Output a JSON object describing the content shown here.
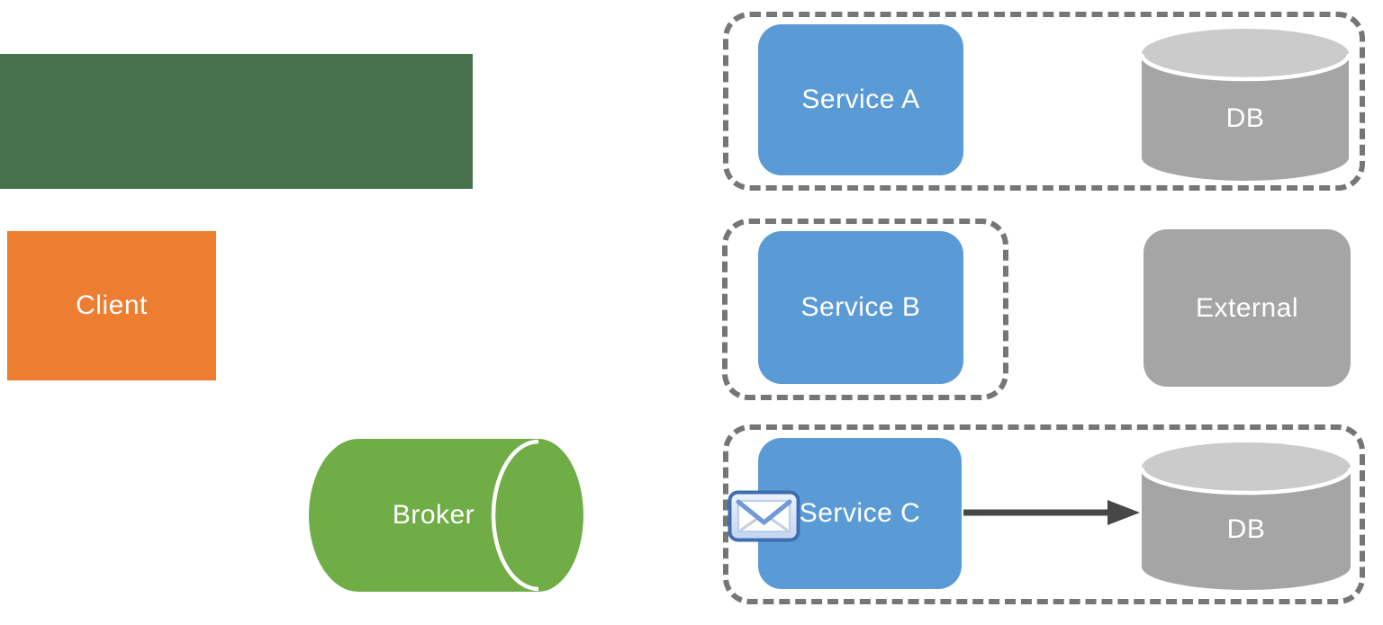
{
  "diagram": {
    "title": "",
    "colors": {
      "banner_green": "#46714C",
      "client_orange": "#ED7D31",
      "broker_green": "#70AD47",
      "service_blue": "#5B9BD5",
      "neutral_gray": "#A5A5A5",
      "cylinder_lid_gray": "#CBCBCB",
      "dashed_border_gray": "#767676",
      "arrow_dark_gray": "#474747",
      "label_text": "#FFFFFF"
    },
    "left": {
      "banner": {
        "label": "",
        "shape": "rectangle"
      },
      "client": {
        "label": "Client",
        "shape": "rectangle"
      },
      "broker": {
        "label": "Broker",
        "shape": "horizontal-cylinder"
      }
    },
    "groups": [
      {
        "name": "group-service-a-db",
        "border": "dashed",
        "nodes": [
          {
            "label": "Service A",
            "shape": "rounded-rectangle"
          },
          {
            "label": "DB",
            "shape": "database-cylinder"
          }
        ]
      },
      {
        "name": "group-service-b",
        "border": "dashed",
        "nodes": [
          {
            "label": "Service B",
            "shape": "rounded-rectangle"
          }
        ]
      },
      {
        "name": "group-service-c-db",
        "border": "dashed",
        "nodes": [
          {
            "label": "Service C",
            "shape": "rounded-rectangle",
            "badge_icon": "envelope-icon"
          },
          {
            "label": "DB",
            "shape": "database-cylinder"
          }
        ]
      }
    ],
    "standalone": {
      "external": {
        "label": "External",
        "shape": "rounded-rectangle"
      }
    },
    "connections": [
      {
        "from": "Service C",
        "to": "DB",
        "type": "arrow"
      }
    ]
  }
}
